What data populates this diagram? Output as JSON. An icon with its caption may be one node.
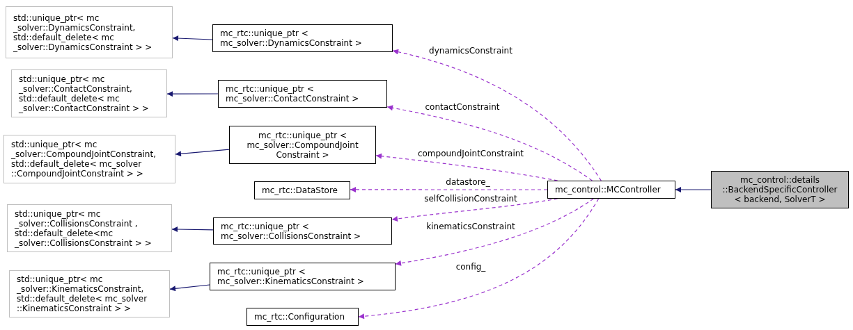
{
  "diagram": {
    "nodes": [
      {
        "text": [
          "std::unique_ptr< mc _solver::DynamicsConstraint, std::default_delete< mc _solver::DynamicsConstraint > >"
        ]
      },
      {
        "text": [
          "mc_rtc::unique_ptr < mc_solver::DynamicsConstraint >"
        ]
      },
      {
        "text": [
          "std::unique_ptr< mc _solver::ContactConstraint, std::default_delete< mc _solver::ContactConstraint > >"
        ]
      },
      {
        "text": [
          "mc_rtc::unique_ptr < mc_solver::ContactConstraint >"
        ]
      },
      {
        "text": [
          "std::unique_ptr< mc _solver::CompoundJointConstraint, std::default_delete< mc_solver ::CompoundJointConstraint > >"
        ]
      },
      {
        "text": [
          "mc_rtc::unique_ptr < mc_solver::CompoundJoint Constraint >"
        ]
      },
      {
        "text": [
          "mc_rtc::DataStore"
        ]
      },
      {
        "text": [
          "mc_control::MCController"
        ]
      },
      {
        "text": [
          "mc_control::details ::BackendSpecificController < backend, SolverT >"
        ]
      },
      {
        "text": [
          "std::unique_ptr< mc _solver::CollisionsConstraint , std::default_delete<mc _solver::CollisionsConstraint > >"
        ]
      },
      {
        "text": [
          "mc_rtc::unique_ptr < mc_solver::CollisionsConstraint >"
        ]
      },
      {
        "text": [
          "std::unique_ptr< mc _solver::KinematicsConstraint, std::default_delete< mc_solver ::KinematicsConstraint > >"
        ]
      },
      {
        "text": [
          "mc_rtc::unique_ptr < mc_solver::KinematicsConstraint >"
        ]
      },
      {
        "text": [
          "mc_rtc::Configuration"
        ]
      }
    ],
    "edges": [
      {
        "from": 1,
        "to": 0,
        "arrow": "to",
        "color": "#191970"
      },
      {
        "from": 3,
        "to": 2,
        "arrow": "to",
        "color": "#191970"
      },
      {
        "from": 5,
        "to": 4,
        "arrow": "to",
        "color": "#191970"
      },
      {
        "from": 10,
        "to": 9,
        "arrow": "to",
        "color": "#191970"
      },
      {
        "from": 12,
        "to": 11,
        "arrow": "to",
        "color": "#191970"
      },
      {
        "from": 8,
        "to": 7,
        "arrow": "to",
        "color": "#191970"
      },
      {
        "from": 7,
        "to": 1,
        "arrow": "to",
        "label": "dynamicsConstraint",
        "style": "dashed",
        "color": "#9a32cd"
      },
      {
        "from": 7,
        "to": 3,
        "arrow": "to",
        "label": "contactConstraint",
        "style": "dashed",
        "color": "#9a32cd"
      },
      {
        "from": 7,
        "to": 5,
        "arrow": "to",
        "label": "compoundJointConstraint",
        "style": "dashed",
        "color": "#9a32cd"
      },
      {
        "from": 7,
        "to": 6,
        "arrow": "to",
        "label": "datastore_",
        "style": "dashed",
        "color": "#9a32cd"
      },
      {
        "from": 7,
        "to": 10,
        "arrow": "to",
        "label": "selfCollisionConstraint",
        "style": "dashed",
        "color": "#9a32cd"
      },
      {
        "from": 7,
        "to": 12,
        "arrow": "to",
        "label": "kinematicsConstraint",
        "style": "dashed",
        "color": "#9a32cd"
      },
      {
        "from": 7,
        "to": 13,
        "arrow": "to",
        "label": "config_",
        "style": "dashed",
        "color": "#9a32cd"
      }
    ]
  }
}
